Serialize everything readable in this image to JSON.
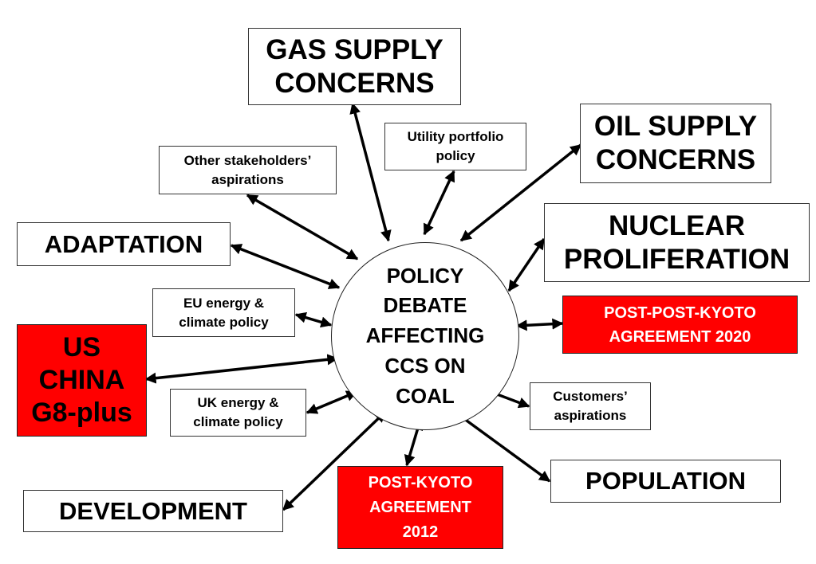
{
  "center": {
    "label": "POLICY\nDEBATE\nAFFECTING\nCCS ON\nCOAL"
  },
  "nodes": {
    "gas_supply": "GAS SUPPLY\nCONCERNS",
    "utility_portfolio": "Utility portfolio\npolicy",
    "oil_supply": "OIL SUPPLY\nCONCERNS",
    "other_stakeholders": "Other stakeholders’\naspirations",
    "adaptation": "ADAPTATION",
    "nuclear": "NUCLEAR\nPROLIFERATION",
    "eu_policy": "EU energy &\nclimate policy",
    "post_post_kyoto": "POST-POST-KYOTO\nAGREEMENT 2020",
    "us_china": "US\nCHINA\nG8-plus",
    "uk_policy": "UK energy &\nclimate policy",
    "customers": "Customers’\naspirations",
    "development": "DEVELOPMENT",
    "post_kyoto": "POST-KYOTO\nAGREEMENT\n2012",
    "population": "POPULATION"
  },
  "colors": {
    "highlight": "#ff0000",
    "line": "#000000"
  }
}
